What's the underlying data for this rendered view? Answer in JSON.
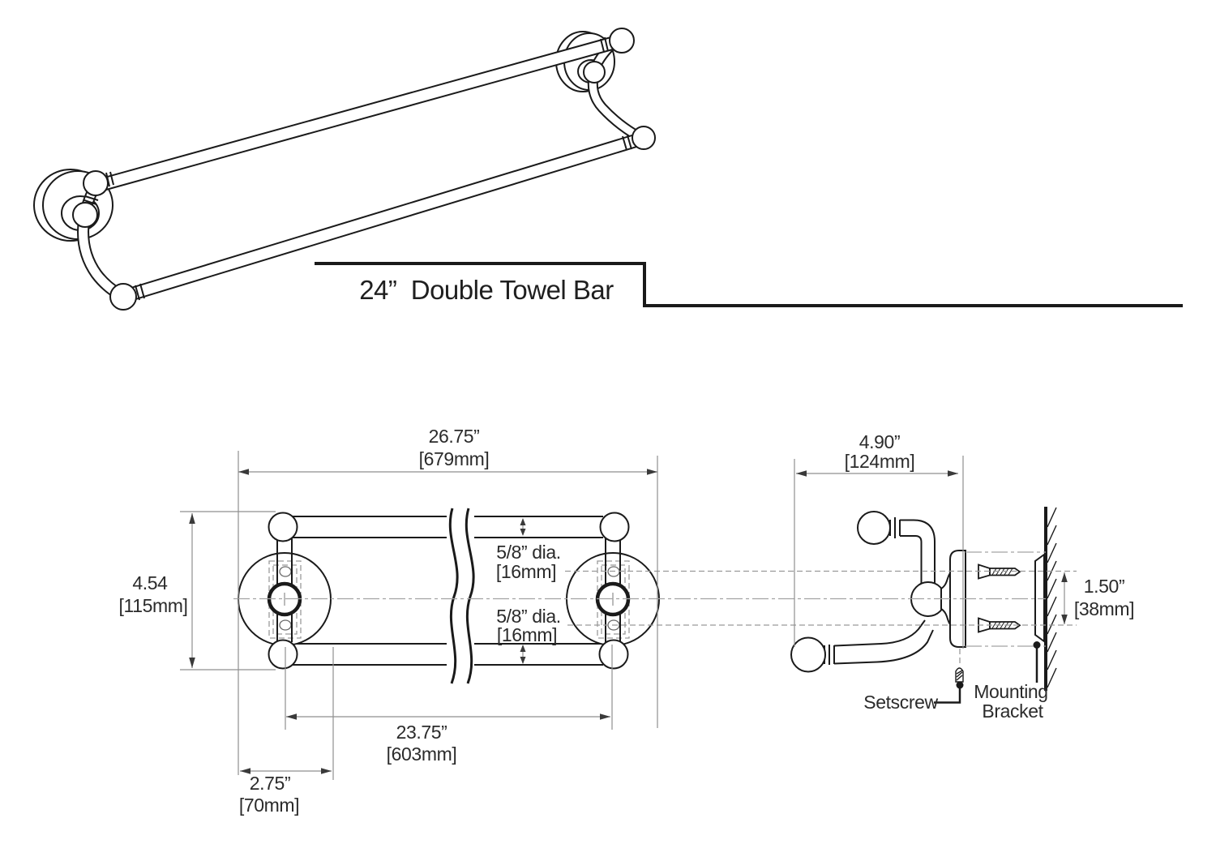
{
  "drawing_title": "24”  Double Towel Bar",
  "front_view": {
    "overall_width_in": "26.75”",
    "overall_width_mm": "[679mm]",
    "overall_height_in": "4.54",
    "overall_height_mm": "[115mm]",
    "top_bar_diameter_in": "5/8” dia.",
    "top_bar_diameter_mm": "[16mm]",
    "bottom_bar_diameter_in": "5/8” dia.",
    "bottom_bar_diameter_mm": "[16mm]",
    "mounting_centers_in": "23.75”",
    "mounting_centers_mm": "[603mm]",
    "plate_offset_in": "2.75”",
    "plate_offset_mm": "[70mm]"
  },
  "side_view": {
    "projection_in": "4.90”",
    "projection_mm": "[124mm]",
    "screw_spacing_in": "1.50”",
    "screw_spacing_mm": "[38mm]",
    "setscrew_label": "Setscrew",
    "mounting_bracket_label_line1": "Mounting",
    "mounting_bracket_label_line2": "Bracket"
  },
  "colors": {
    "background": "#ffffff",
    "drawing_line": "#1a1a1a",
    "dimension_line": "#8f8f8f",
    "text": "#2b2b2b"
  }
}
